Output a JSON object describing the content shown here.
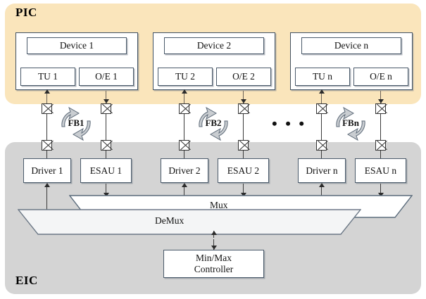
{
  "diagram": {
    "title_regions": {
      "pic": "PIC",
      "eic": "EIC"
    },
    "colors": {
      "pic_background": "#fae5bb",
      "eic_background": "#d4d4d4",
      "box_border": "#4a5a6a",
      "line": "#3a3a3a",
      "trapezoid_fill": "#ffffff"
    },
    "channels": [
      {
        "device": "Device 1",
        "tu": "TU 1",
        "oe": "O/E 1",
        "feedback": "FB1",
        "driver": "Driver 1",
        "esau": "ESAU 1"
      },
      {
        "device": "Device 2",
        "tu": "TU 2",
        "oe": "O/E 2",
        "feedback": "FB2",
        "driver": "Driver 2",
        "esau": "ESAU 2"
      },
      {
        "device": "Device n",
        "tu": "TU n",
        "oe": "O/E n",
        "feedback": "FBn",
        "driver": "Driver n",
        "esau": "ESAU n"
      }
    ],
    "ellipsis": "• • •",
    "mux_label": "Mux",
    "demux_label": "DeMux",
    "controller_label": "Min/Max\nController",
    "controller_line1": "Min/Max",
    "controller_line2": "Controller"
  }
}
